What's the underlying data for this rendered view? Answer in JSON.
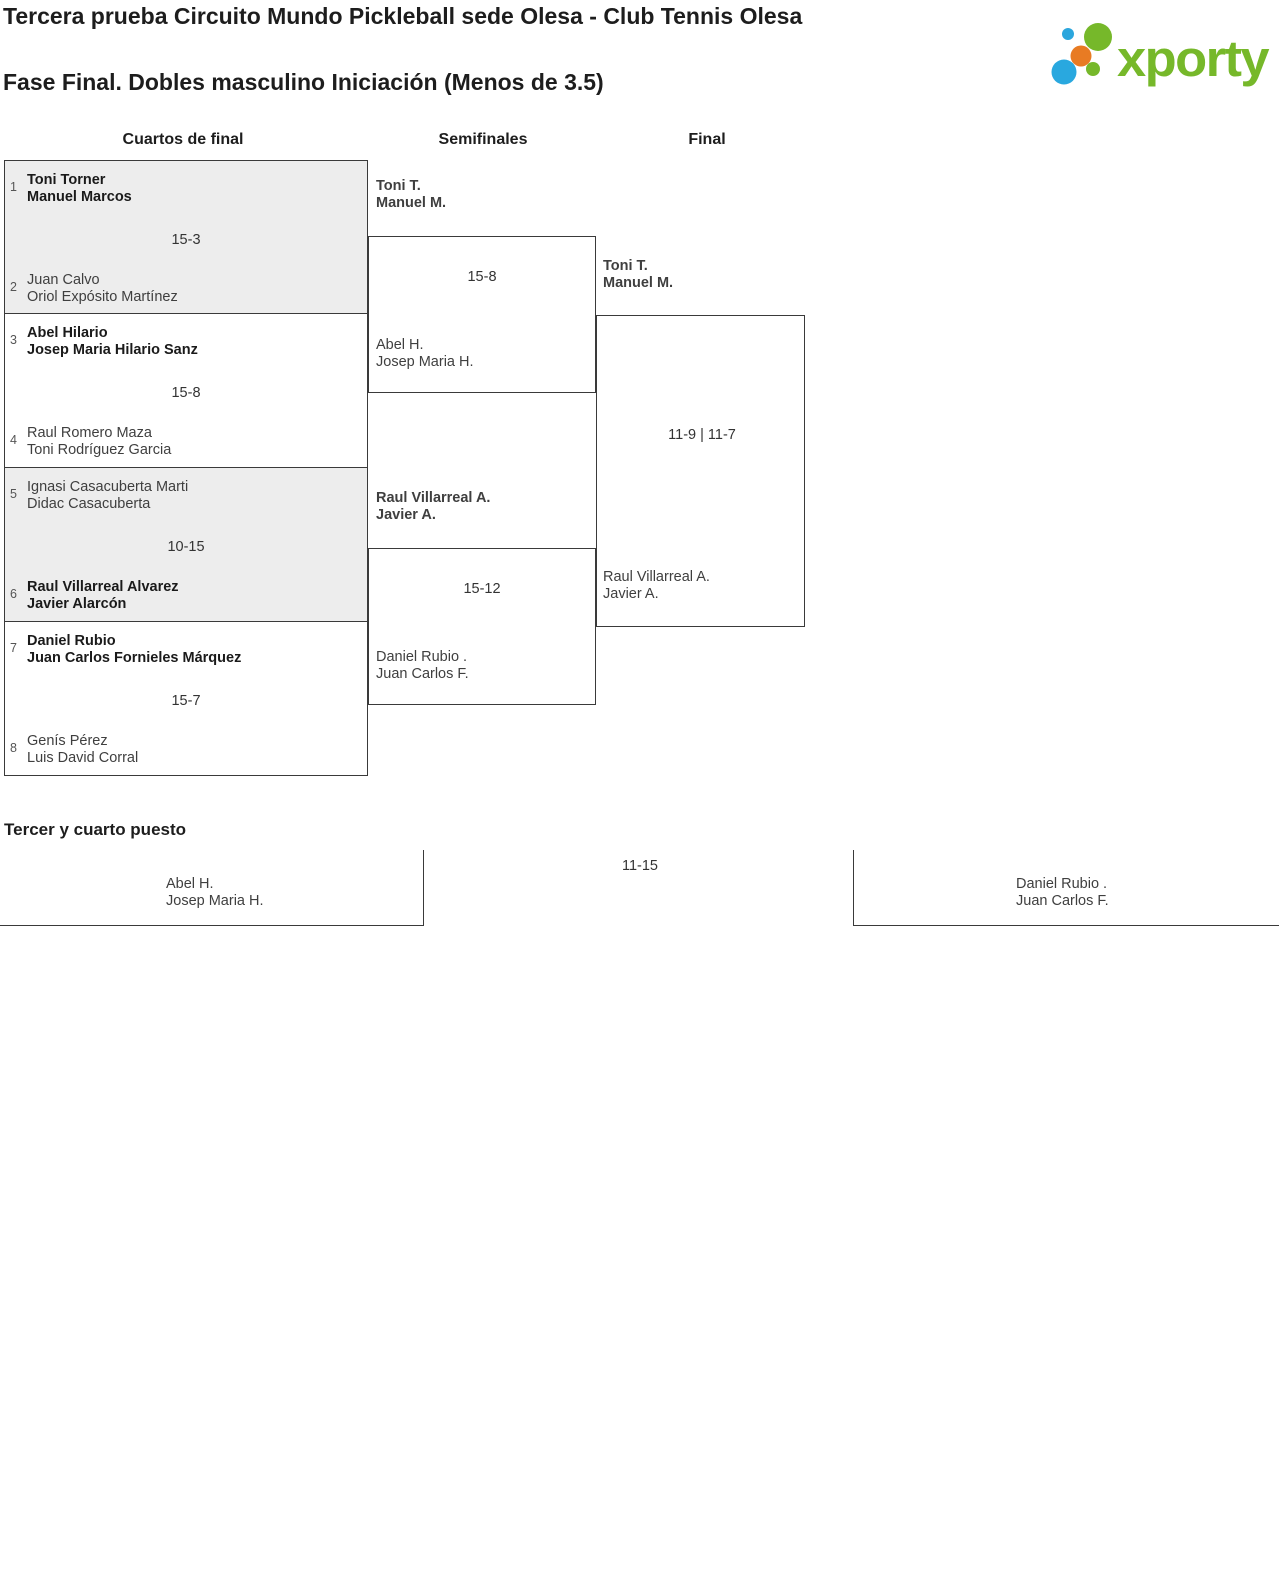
{
  "header": {
    "event_title": "Tercera prueba Circuito Mundo Pickleball sede Olesa - Club Tennis Olesa",
    "phase_title": "Fase Final. Dobles masculino Iniciación (Menos de 3.5)"
  },
  "logo": {
    "text": "xporty"
  },
  "colors": {
    "brand_green": "#76b82a",
    "brand_blue": "#29a8df",
    "brand_orange": "#e87b23",
    "box_shade": "#ededed",
    "line": "#3a3a3a"
  },
  "columns": {
    "quarterfinals": "Cuartos de final",
    "semifinals": "Semifinales",
    "final": "Final"
  },
  "quarterfinals": [
    {
      "seed_top": "1",
      "top": [
        "Toni Torner",
        "Manuel Marcos"
      ],
      "score": "15-3",
      "seed_bottom": "2",
      "bottom": [
        "Juan Calvo",
        "Oriol Expósito Martínez"
      ]
    },
    {
      "seed_top": "3",
      "top": [
        "Abel Hilario",
        "Josep Maria Hilario Sanz"
      ],
      "score": "15-8",
      "seed_bottom": "4",
      "bottom": [
        "Raul Romero Maza",
        "Toni Rodríguez Garcia"
      ]
    },
    {
      "seed_top": "5",
      "top": [
        "Ignasi Casacuberta Marti",
        "Didac Casacuberta"
      ],
      "score": "10-15",
      "seed_bottom": "6",
      "bottom": [
        "Raul Villarreal Alvarez",
        "Javier Alarcón"
      ]
    },
    {
      "seed_top": "7",
      "top": [
        "Daniel Rubio",
        "Juan Carlos Fornieles Márquez"
      ],
      "score": "15-7",
      "seed_bottom": "8",
      "bottom": [
        "Genís Pérez",
        "Luis David Corral"
      ]
    }
  ],
  "semifinals": [
    {
      "top": [
        "Toni T.",
        "Manuel M."
      ],
      "score": "15-8",
      "bottom": [
        "Abel H.",
        "Josep Maria H."
      ]
    },
    {
      "top": [
        "Raul Villarreal A.",
        "Javier A."
      ],
      "score": "15-12",
      "bottom": [
        "Daniel Rubio .",
        "Juan Carlos F."
      ]
    }
  ],
  "final": {
    "top": [
      "Toni T.",
      "Manuel M."
    ],
    "score": "11-9 | 11-7",
    "bottom": [
      "Raul Villarreal A.",
      "Javier A."
    ]
  },
  "third_place": {
    "title": "Tercer y cuarto puesto",
    "left": [
      "Abel H.",
      "Josep Maria H."
    ],
    "score": "11-15",
    "right": [
      "Daniel Rubio .",
      "Juan Carlos F."
    ]
  }
}
